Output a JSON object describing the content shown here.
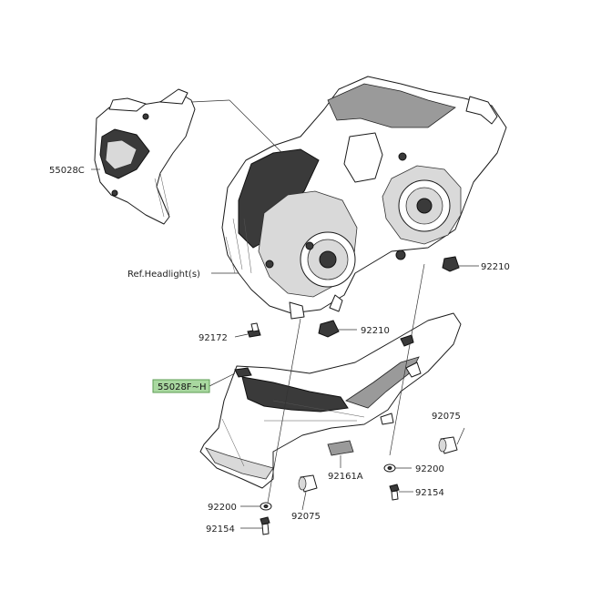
{
  "callouts": {
    "c55028C": "55028C",
    "ref_headlight": "Ref.Headlight(s)",
    "c92210_right": "92210",
    "c92210_center": "92210",
    "c92172": "92172",
    "c55028F": "55028F~H",
    "c92075_right": "92075",
    "c92200_right": "92200",
    "c92161A": "92161A",
    "c92154_right": "92154",
    "c92200_left": "92200",
    "c92075_left": "92075",
    "c92154_left": "92154"
  },
  "colors": {
    "highlight_fill": "#a9d8a0",
    "highlight_border": "#5e9e55",
    "line": "#1a1a1a"
  }
}
